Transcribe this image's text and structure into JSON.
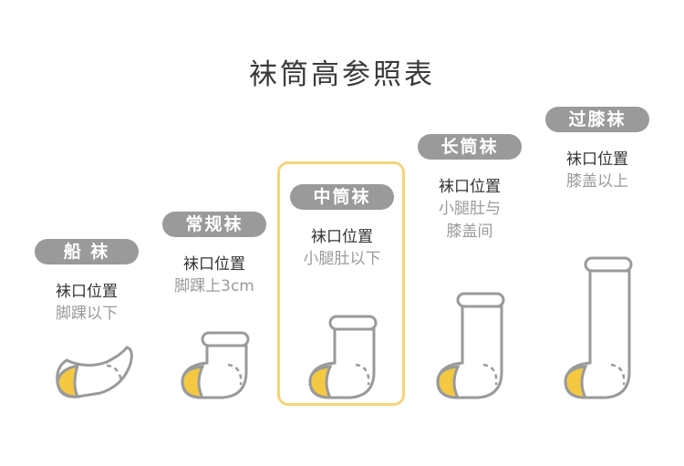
{
  "title": "袜筒高参照表",
  "cut_label": "袜口位置",
  "columns": [
    {
      "id": "boat",
      "name": "船 袜",
      "position": "脚踝以下",
      "position2": ""
    },
    {
      "id": "regular",
      "name": "常规袜",
      "position": "脚踝上3cm",
      "position2": ""
    },
    {
      "id": "mid",
      "name": "中筒袜",
      "position": "小腿肚以下",
      "position2": ""
    },
    {
      "id": "long",
      "name": "长筒袜",
      "position": "小腿肚与",
      "position2": "膝盖间"
    },
    {
      "id": "over-knee",
      "name": "过膝袜",
      "position": "膝盖以上",
      "position2": ""
    }
  ],
  "colors": {
    "badge": "#9a9a9a",
    "heel_toe": "#f5c842",
    "outline": "#9a9a9a",
    "highlight": "#f3d47a"
  }
}
